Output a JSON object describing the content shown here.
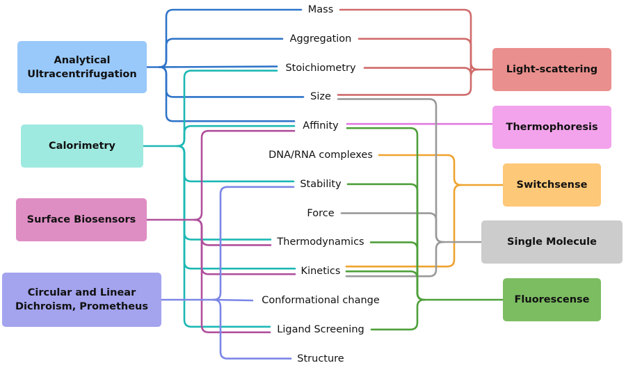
{
  "methods_left": [
    {
      "id": "auc",
      "label": "Analytical Ultracentrifugation",
      "lines": [
        "Analytical",
        "Ultracentrifugation"
      ],
      "color": "#99c9fb",
      "line_color": "#2f74c8"
    },
    {
      "id": "cal",
      "label": "Calorimetry",
      "lines": [
        "Calorimetry"
      ],
      "color": "#9feae0",
      "line_color": "#1cb8b4"
    },
    {
      "id": "sb",
      "label": "Surface Biosensors",
      "lines": [
        "Surface Biosensors"
      ],
      "color": "#df8ec4",
      "line_color": "#b04f9c"
    },
    {
      "id": "cd",
      "label": "Circular and Linear Dichroism, Prometheus",
      "lines": [
        "Circular and Linear",
        "Dichroism, Prometheus"
      ],
      "color": "#a3a3ee",
      "line_color": "#7b86e6"
    }
  ],
  "methods_right": [
    {
      "id": "ls",
      "label": "Light-scattering",
      "color": "#e98f8d",
      "line_color": "#d06a6a"
    },
    {
      "id": "tp",
      "label": "Thermophoresis",
      "color": "#f3a3ec",
      "line_color": "#e27ae0"
    },
    {
      "id": "sw",
      "label": "Switchsense",
      "color": "#fdc878",
      "line_color": "#efa22e"
    },
    {
      "id": "sm",
      "label": "Single Molecule",
      "color": "#cccccc",
      "line_color": "#999999"
    },
    {
      "id": "fl",
      "label": "Fluorescense",
      "color": "#7cbd62",
      "line_color": "#4e9f3a"
    }
  ],
  "properties": [
    "Mass",
    "Aggregation",
    "Stoichiometry",
    "Size",
    "Affinity",
    "DNA/RNA complexes",
    "Stability",
    "Force",
    "Thermodynamics",
    "Kinetics",
    "Conformational change",
    "Ligand Screening",
    "Structure"
  ],
  "connections": {
    "auc": [
      "Mass",
      "Aggregation",
      "Stoichiometry",
      "Size",
      "Affinity"
    ],
    "cal": [
      "Stoichiometry",
      "Affinity",
      "Stability",
      "Thermodynamics",
      "Kinetics",
      "Ligand Screening"
    ],
    "sb": [
      "Affinity",
      "Thermodynamics",
      "Kinetics",
      "Ligand Screening"
    ],
    "cd": [
      "Stability",
      "Conformational change",
      "Structure"
    ],
    "ls": [
      "Mass",
      "Aggregation",
      "Stoichiometry",
      "Size"
    ],
    "tp": [
      "Affinity"
    ],
    "sw": [
      "DNA/RNA complexes",
      "Kinetics"
    ],
    "sm": [
      "Size",
      "Force",
      "Kinetics"
    ],
    "fl": [
      "Affinity",
      "Stability",
      "Thermodynamics",
      "Kinetics",
      "Ligand Screening"
    ]
  }
}
